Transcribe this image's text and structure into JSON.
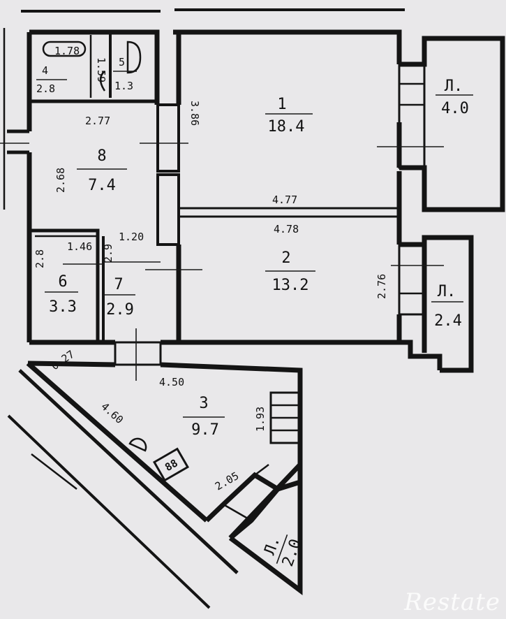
{
  "rooms": [
    {
      "id": "1",
      "area": "18.4"
    },
    {
      "id": "2",
      "area": "13.2"
    },
    {
      "id": "3",
      "area": "9.7"
    },
    {
      "id": "4",
      "area": "2.8"
    },
    {
      "id": "5",
      "area": "1.3"
    },
    {
      "id": "6",
      "area": "3.3"
    },
    {
      "id": "7",
      "area": "2.9"
    },
    {
      "id": "8",
      "area": "7.4"
    },
    {
      "id": "Л.",
      "area": "4.0"
    },
    {
      "id": "Л.",
      "area": "2.4"
    },
    {
      "id": "Л.",
      "area": "2.0"
    }
  ],
  "dimensions": {
    "bath_tub": "1.78",
    "bath_height": "1.59",
    "hall_width": "2.77",
    "hall_depth": "2.68",
    "wall_mid": "3.86",
    "partition_top": "4.77",
    "partition_bottom": "4.78",
    "pantry_6_w": "1.46",
    "pantry_6_h": "2.8",
    "pantry_7_a": "2.9",
    "pantry_7_b": "1.20",
    "room2_h": "2.76",
    "room3_w": "4.50",
    "room3_h": "1.93",
    "room3_diag": "4.60",
    "room3_corner": "0.27",
    "room3_short": "2.05"
  },
  "stove_marker": "88",
  "watermark": "Restate"
}
